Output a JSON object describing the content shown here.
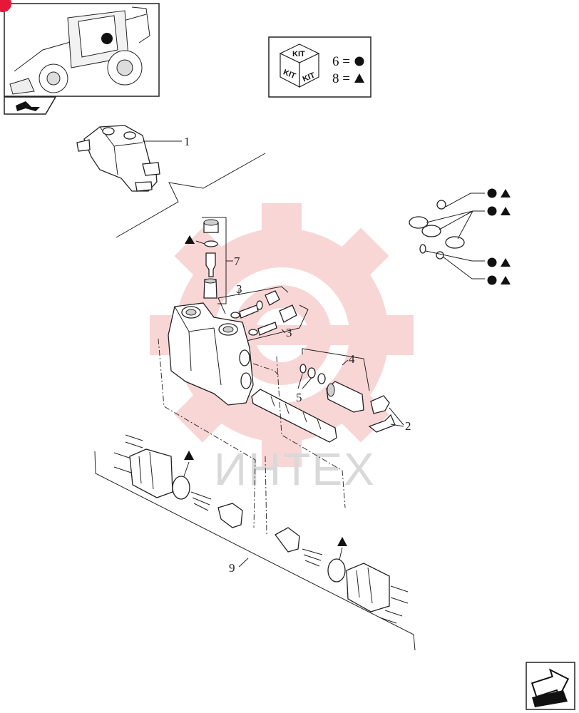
{
  "kit_legend": {
    "cube_label": "KIT",
    "kit_6": "6 =",
    "kit_8": "8 ="
  },
  "callouts": {
    "p1": "1",
    "p2": "2",
    "p3a": "3",
    "p3b": "3",
    "p4": "4",
    "p5": "5",
    "p7": "7",
    "p9": "9"
  },
  "watermark": "ИНТЕХ",
  "colors": {
    "badge": "#e8173a",
    "watermark_gear": "#f5b5b5",
    "ink": "#222222"
  }
}
